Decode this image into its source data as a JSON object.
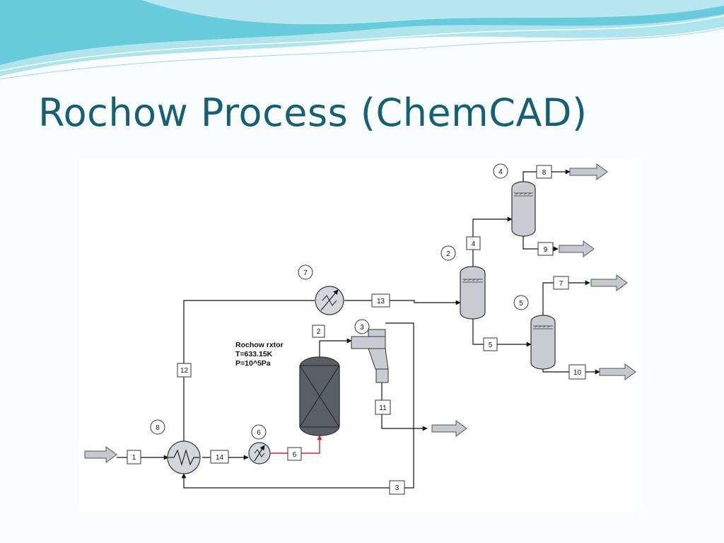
{
  "slide": {
    "title": "Rochow Process (ChemCAD)"
  },
  "theme": {
    "title_color": "#175f73",
    "wave_dark": "#4fc3d6",
    "wave_light": "#bfe9f2",
    "hot_stream_color": "#e02020",
    "equipment_fill": "#c9ccd2",
    "reactor_fill": "#5a5f66",
    "arrow_fill": "#c4c8cf"
  },
  "flowsheet": {
    "reactor_note": {
      "name": "Rochow rxtor",
      "temperature": "T=633.15K",
      "pressure": "P=10^5Pa"
    },
    "equipment_labels": {
      "e2": "2",
      "e3": "3",
      "e4": "4",
      "e5": "5",
      "e6": "6",
      "e7": "7",
      "e8": "8"
    },
    "stream_labels": {
      "s1": "1",
      "s2": "2",
      "s3": "3",
      "s4": "4",
      "s5": "5",
      "s6": "6",
      "s7": "7",
      "s8": "8",
      "s9": "9",
      "s10": "10",
      "s11": "11",
      "s12": "12",
      "s13": "13",
      "s14": "14"
    }
  }
}
